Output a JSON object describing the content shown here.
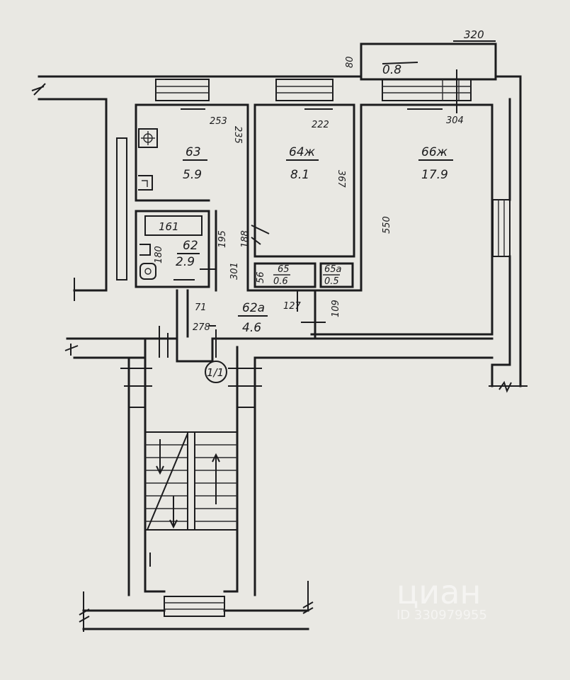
{
  "plan": {
    "balcony": {
      "area": "0.8",
      "dim_width": "320",
      "dim_depth": "80"
    },
    "kitchen": {
      "label": "63",
      "area": "5.9",
      "dim_top": "253",
      "dim_side": "235"
    },
    "room_small": {
      "label": "64ж",
      "area": "8.1",
      "dim_top": "222",
      "dim_side": "367"
    },
    "room_large": {
      "label": "66ж",
      "area": "17.9",
      "dim_top": "304",
      "dim_side": "550"
    },
    "bathroom": {
      "label": "62",
      "area": "2.9",
      "dim_bath": "161",
      "dim_side": "180",
      "dim_right": "301"
    },
    "closet_a": {
      "label": "65",
      "area": "0.6",
      "dim": "56"
    },
    "closet_b": {
      "label": "65а",
      "area": "0.5"
    },
    "hallway": {
      "label": "62а",
      "area": "4.6",
      "dim_left": "71",
      "dim_bottom": "278",
      "dim_mid": "127",
      "dim_right": "109"
    },
    "corridor_dims": {
      "d1": "195",
      "d2": "188"
    },
    "apartment_marker": "1/1",
    "watermark": {
      "brand": "циан",
      "id": "ID 330979955"
    }
  }
}
